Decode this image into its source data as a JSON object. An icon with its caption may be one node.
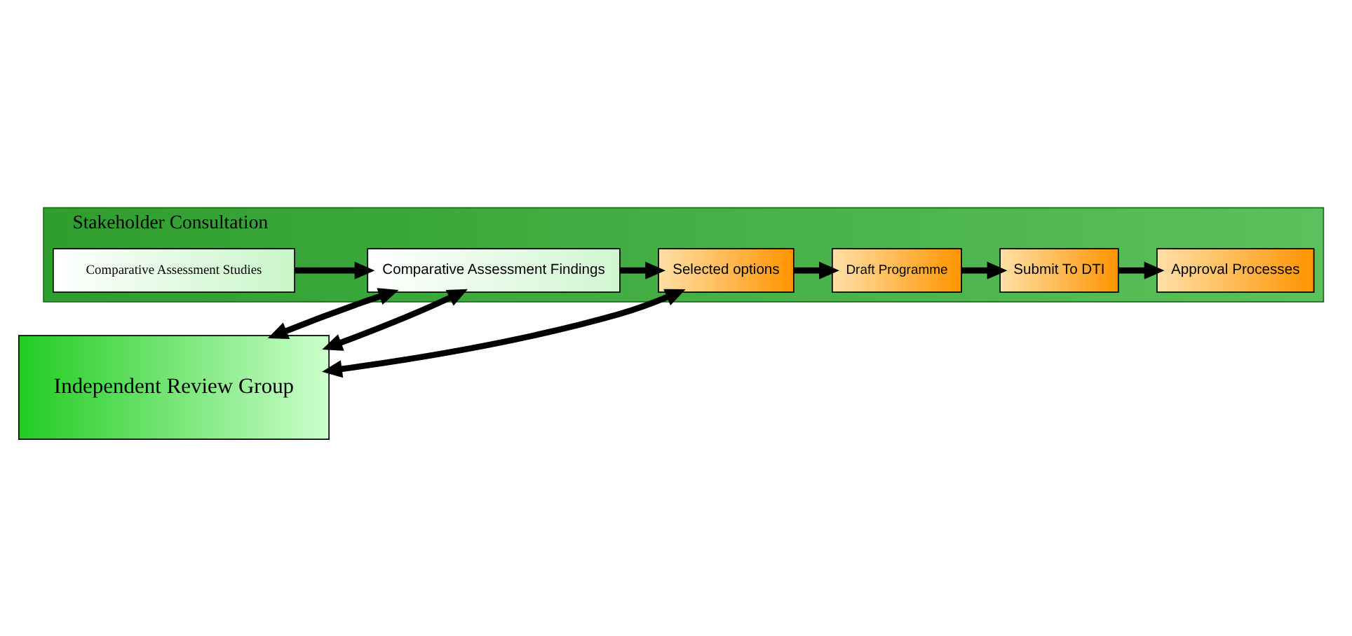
{
  "diagram": {
    "nodes": [
      {
        "text": [
          "Stakeholder Consultation"
        ]
      },
      {
        "text": [
          "Comparative Assessment Studies"
        ],
        "in": 0
      },
      {
        "text": [
          "Comparative Assessment Findings"
        ],
        "in": 0
      },
      {
        "text": [
          "Selected options"
        ],
        "in": 0
      },
      {
        "text": [
          "Draft Programme"
        ],
        "in": 0
      },
      {
        "text": [
          "Submit To DTI"
        ],
        "in": 0
      },
      {
        "text": [
          "Approval Processes"
        ],
        "in": 0
      },
      {
        "text": [
          "Independent Review Group"
        ]
      }
    ],
    "edges": [
      {
        "from": 1,
        "to": 2,
        "arrow": "to"
      },
      {
        "from": 2,
        "to": 3,
        "arrow": "to"
      },
      {
        "from": 3,
        "to": 4,
        "arrow": "to"
      },
      {
        "from": 4,
        "to": 5,
        "arrow": "to"
      },
      {
        "from": 5,
        "to": 6,
        "arrow": "to"
      },
      {
        "from": 2,
        "to": 7,
        "arrow": "both"
      },
      {
        "from": 2,
        "to": 7,
        "arrow": "both"
      },
      {
        "from": 3,
        "to": 7,
        "arrow": "both"
      }
    ]
  }
}
